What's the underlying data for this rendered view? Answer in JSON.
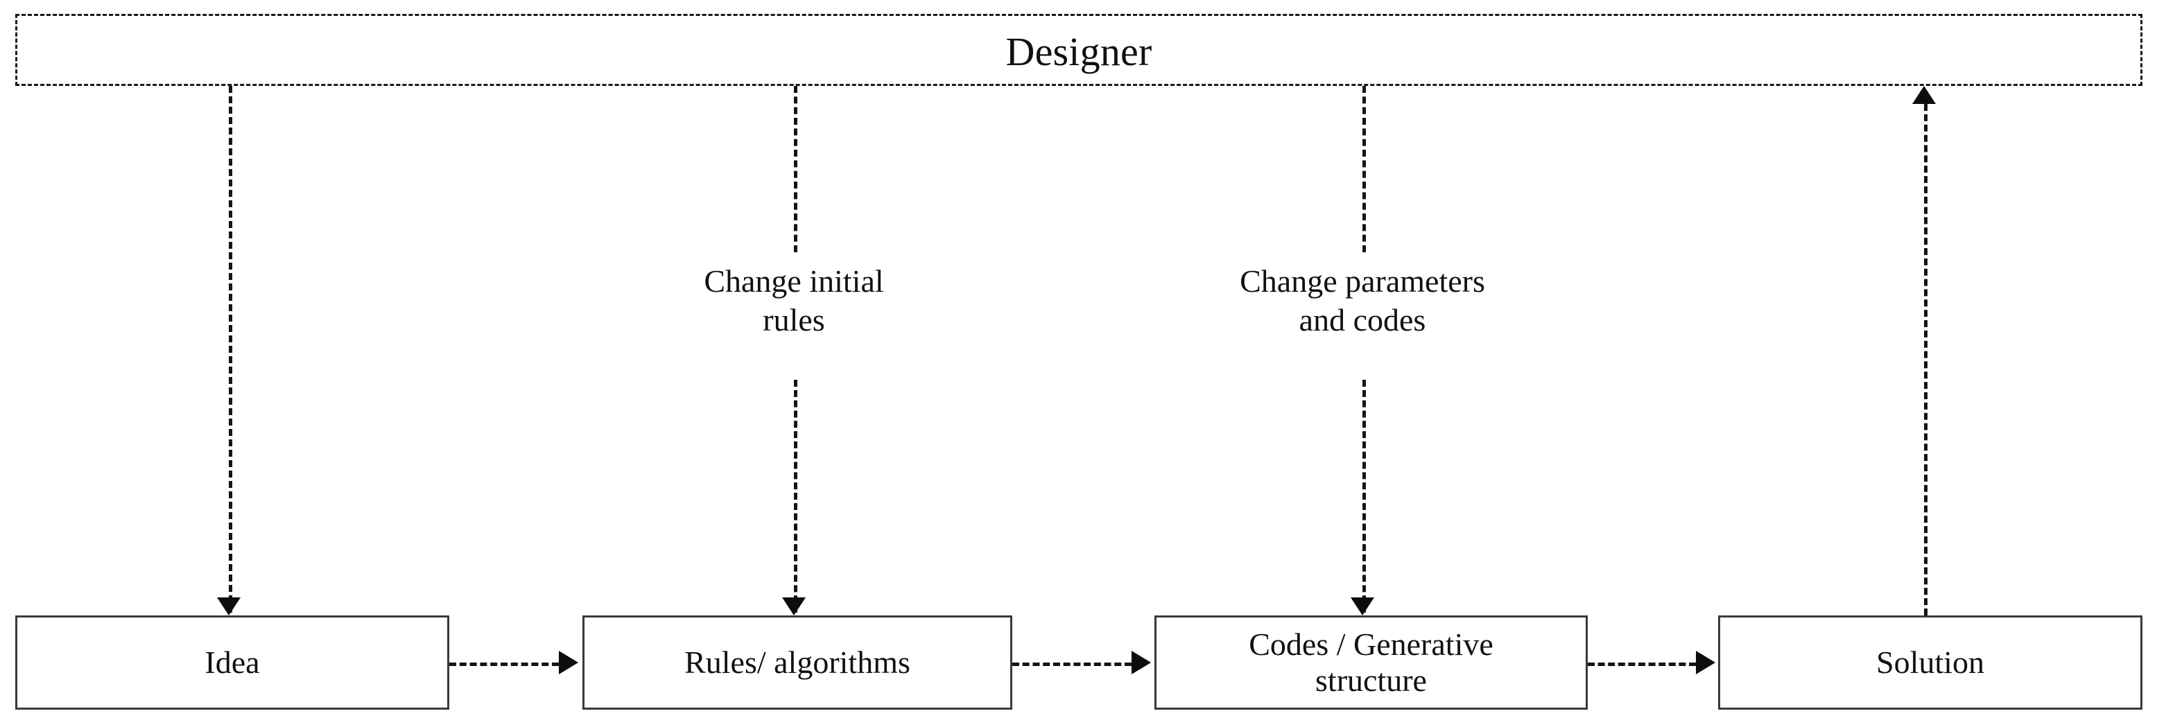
{
  "diagram": {
    "title": "Designer",
    "actor": {
      "label": "Designer",
      "shape": "dashed-rectangle"
    },
    "stages": [
      {
        "id": "idea",
        "label": "Idea"
      },
      {
        "id": "rules",
        "label": "Rules/ algorithms"
      },
      {
        "id": "codes",
        "label": "Codes / Generative\nstructure",
        "line1": "Codes / Generative",
        "line2": "structure"
      },
      {
        "id": "solution",
        "label": "Solution"
      }
    ],
    "feedback_labels": [
      {
        "id": "change-initial-rules",
        "line1": "Change initial",
        "line2": "rules"
      },
      {
        "id": "change-parameters-and-codes",
        "line1": "Change parameters",
        "line2": "and codes"
      }
    ],
    "connectors": {
      "designer_to_idea": {
        "style": "dashed",
        "direction": "down",
        "label": ""
      },
      "designer_to_rules": {
        "style": "dashed",
        "direction": "down",
        "label": "Change initial rules"
      },
      "designer_to_codes": {
        "style": "dashed",
        "direction": "down",
        "label": "Change parameters and codes"
      },
      "solution_to_designer": {
        "style": "dashed",
        "direction": "up",
        "label": ""
      },
      "idea_to_rules": {
        "style": "dashed",
        "direction": "right",
        "label": ""
      },
      "rules_to_codes": {
        "style": "dashed",
        "direction": "right",
        "label": ""
      },
      "codes_to_solution": {
        "style": "dashed",
        "direction": "right",
        "label": ""
      }
    },
    "colors": {
      "background": "#ffffff",
      "stroke": "#141414",
      "box_border": "#3a3a3a",
      "text": "#111111"
    }
  }
}
